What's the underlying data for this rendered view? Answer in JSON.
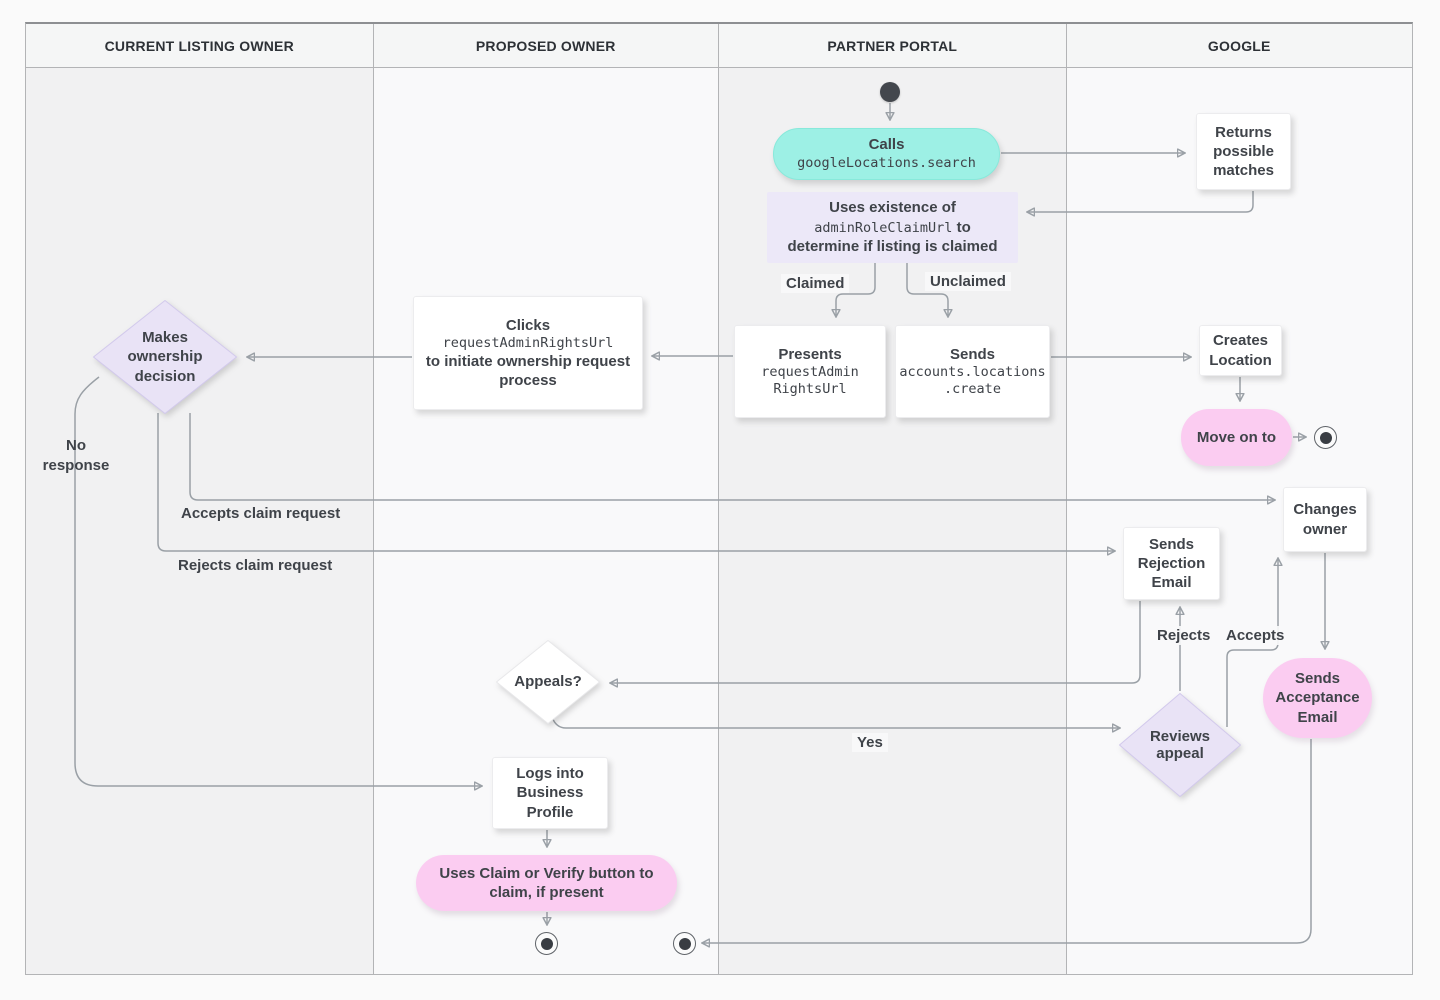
{
  "lanes": [
    {
      "label": "CURRENT LISTING OWNER"
    },
    {
      "label": "PROPOSED OWNER"
    },
    {
      "label": "PARTNER PORTAL"
    },
    {
      "label": "GOOGLE"
    }
  ],
  "nodes": {
    "calls": {
      "title": "Calls",
      "code": "googleLocations.search"
    },
    "returns_matches": {
      "text": "Returns possible matches"
    },
    "uses_existence": {
      "line1": "Uses existence of",
      "code": "adminRoleClaimUrl",
      "line2_suffix": "to",
      "line3": "determine if listing is claimed"
    },
    "presents": {
      "title": "Presents",
      "code_line1": "requestAdmin",
      "code_line2": "RightsUrl"
    },
    "sends_create": {
      "title": "Sends",
      "code_line1": "accounts.locations",
      "code_line2": ".create"
    },
    "creates_location": {
      "text": "Creates Location"
    },
    "move_on_to": {
      "text": "Move on to"
    },
    "clicks_request": {
      "title": "Clicks",
      "code": "requestAdminRightsUrl",
      "text": "to initiate ownership request process"
    },
    "makes_decision": {
      "text": "Makes ownership decision"
    },
    "changes_owner": {
      "text": "Changes owner"
    },
    "sends_rejection": {
      "text": "Sends Rejection Email"
    },
    "sends_acceptance": {
      "text": "Sends Acceptance Email"
    },
    "appeals": {
      "text": "Appeals?"
    },
    "reviews_appeal": {
      "text": "Reviews appeal"
    },
    "logs_in": {
      "text": "Logs into Business Profile"
    },
    "claim_verify": {
      "text": "Uses Claim or Verify button to claim, if present"
    }
  },
  "edge_labels": {
    "claimed": "Claimed",
    "unclaimed": "Unclaimed",
    "no_response": "No response",
    "accepts_claim": "Accepts claim request",
    "rejects_claim": "Rejects claim request",
    "rejects": "Rejects",
    "accepts": "Accepts",
    "yes": "Yes"
  },
  "colors": {
    "teal_pill": "#9df0e5",
    "pink_pill": "#fbccf1",
    "lavender_diamond": "#e9e3f6",
    "lavender_box": "#ece8f8",
    "connector_line": "#9aa0a6",
    "text": "#3f4349",
    "lane_odd": "#f1f1f2",
    "lane_even": "#f9f9fa"
  }
}
